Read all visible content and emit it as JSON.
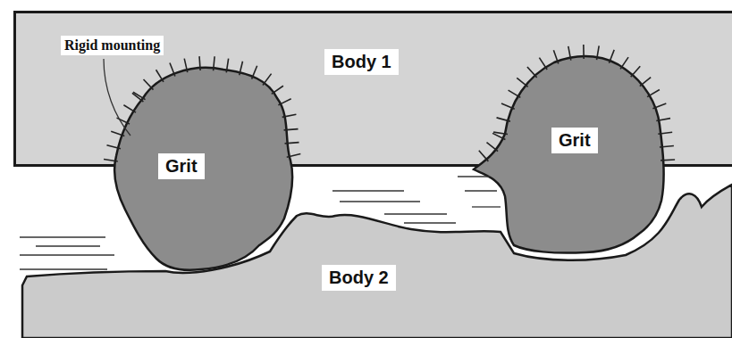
{
  "diagram": {
    "nodes": [
      {
        "text": [
          "Body 1"
        ]
      },
      {
        "text": [
          "Grit"
        ]
      },
      {
        "text": [
          "Grit"
        ]
      },
      {
        "text": [
          "Body 2"
        ]
      }
    ],
    "labels": [
      "Rigid mounting"
    ]
  }
}
